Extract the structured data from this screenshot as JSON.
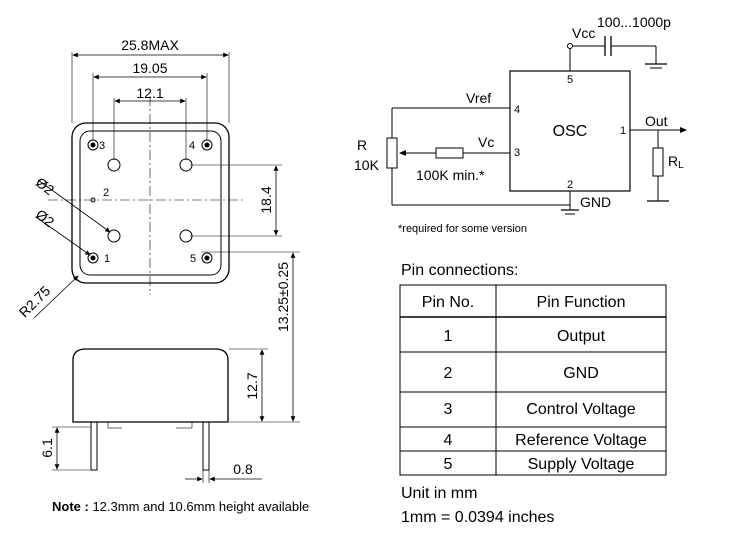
{
  "mechanical": {
    "dim_width_max": "25.8MAX",
    "dim_pin_span": "19.05",
    "dim_inner_span": "12.1",
    "dim_height": "18.4",
    "dim_diam_1": "Ø2",
    "dim_diam_2": "Ø2",
    "dim_radius": "R2.75",
    "dim_pin_vertical": "13.25±0.25",
    "dim_body_height": "12.7",
    "dim_pin_length": "6.1",
    "dim_pin_diameter": "0.8",
    "pin_labels": [
      "1",
      "2",
      "3",
      "4",
      "5"
    ]
  },
  "schematic": {
    "cap_value": "100...1000p",
    "vcc": "Vcc",
    "vref": "Vref",
    "vc": "Vc",
    "osc": "OSC",
    "out": "Out",
    "rl_main": "R",
    "rl_sub": "L",
    "r_label": "R",
    "r_value": "10K",
    "series_r": "100K min.*",
    "gnd": "GND",
    "pin1": "1",
    "pin2": "2",
    "pin3": "3",
    "pin4": "4",
    "pin5": "5",
    "footnote": "*required for some version"
  },
  "pins": {
    "title": "Pin connections:",
    "headers": [
      "Pin No.",
      "Pin Function"
    ],
    "rows": [
      {
        "no": "1",
        "fn": "Output"
      },
      {
        "no": "2",
        "fn": "GND"
      },
      {
        "no": "3",
        "fn": "Control Voltage"
      },
      {
        "no": "4",
        "fn": "Reference Voltage"
      },
      {
        "no": "5",
        "fn": "Supply Voltage"
      }
    ]
  },
  "notes": {
    "note_label": "Note :",
    "note_text": " 12.3mm and 10.6mm height available",
    "unit": "Unit in mm",
    "conversion": "1mm = 0.0394 inches"
  },
  "colors": {
    "line": "#000000",
    "background": "#ffffff"
  }
}
